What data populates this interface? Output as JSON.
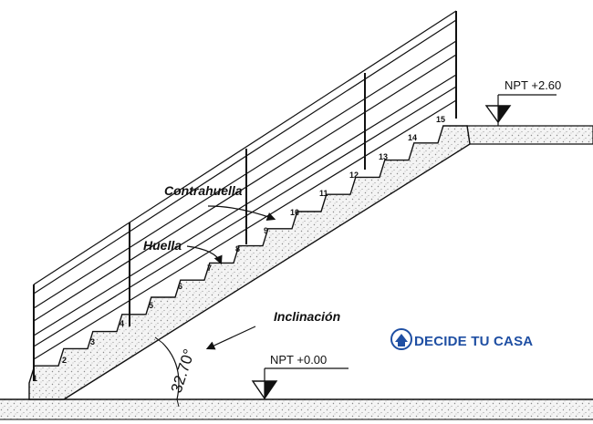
{
  "labels": {
    "contrahuella": "Contrahuella",
    "huella": "Huella",
    "inclinacion": "Inclinación",
    "angle": "32.70°",
    "npt_top": "NPT +2.60",
    "npt_bottom": "NPT +0.00"
  },
  "brand": {
    "name": "DECIDE TU CASA",
    "color": "#1f4fa3"
  },
  "steps": [
    "1",
    "2",
    "3",
    "4",
    "5",
    "6",
    "7",
    "8",
    "9",
    "10",
    "11",
    "12",
    "13",
    "14",
    "15"
  ],
  "colors": {
    "line": "#111111",
    "fill_concrete": "#f4f4f4",
    "dots": "#8a8a8a"
  }
}
